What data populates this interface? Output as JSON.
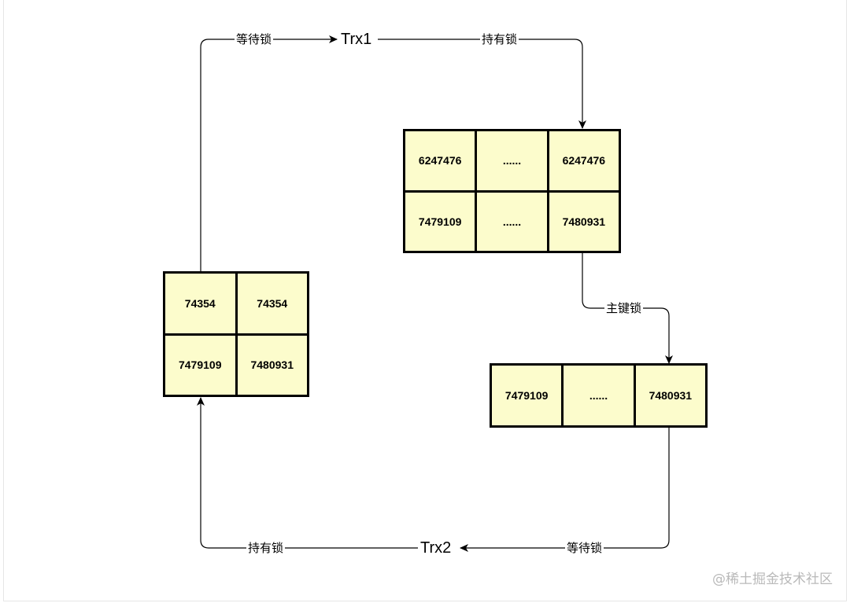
{
  "transactions": {
    "trx1": "Trx1",
    "trx2": "Trx2"
  },
  "edges": {
    "top_left": "等待锁",
    "top_right": "持有锁",
    "middle_right": "主键锁",
    "bottom_right": "等待锁",
    "bottom_left": "持有锁"
  },
  "blocks": {
    "top_right": [
      [
        "6247476",
        "......",
        "6247476"
      ],
      [
        "7479109",
        "......",
        "7480931"
      ]
    ],
    "left": [
      [
        "74354",
        "74354"
      ],
      [
        "7479109",
        "7480931"
      ]
    ],
    "bottom_right": [
      [
        "7479109",
        "......",
        "7480931"
      ]
    ]
  },
  "watermark": "@稀土掘金技术社区",
  "colors": {
    "cell_fill": "#fcfccc",
    "grid_border": "#000000",
    "line": "#000000"
  }
}
